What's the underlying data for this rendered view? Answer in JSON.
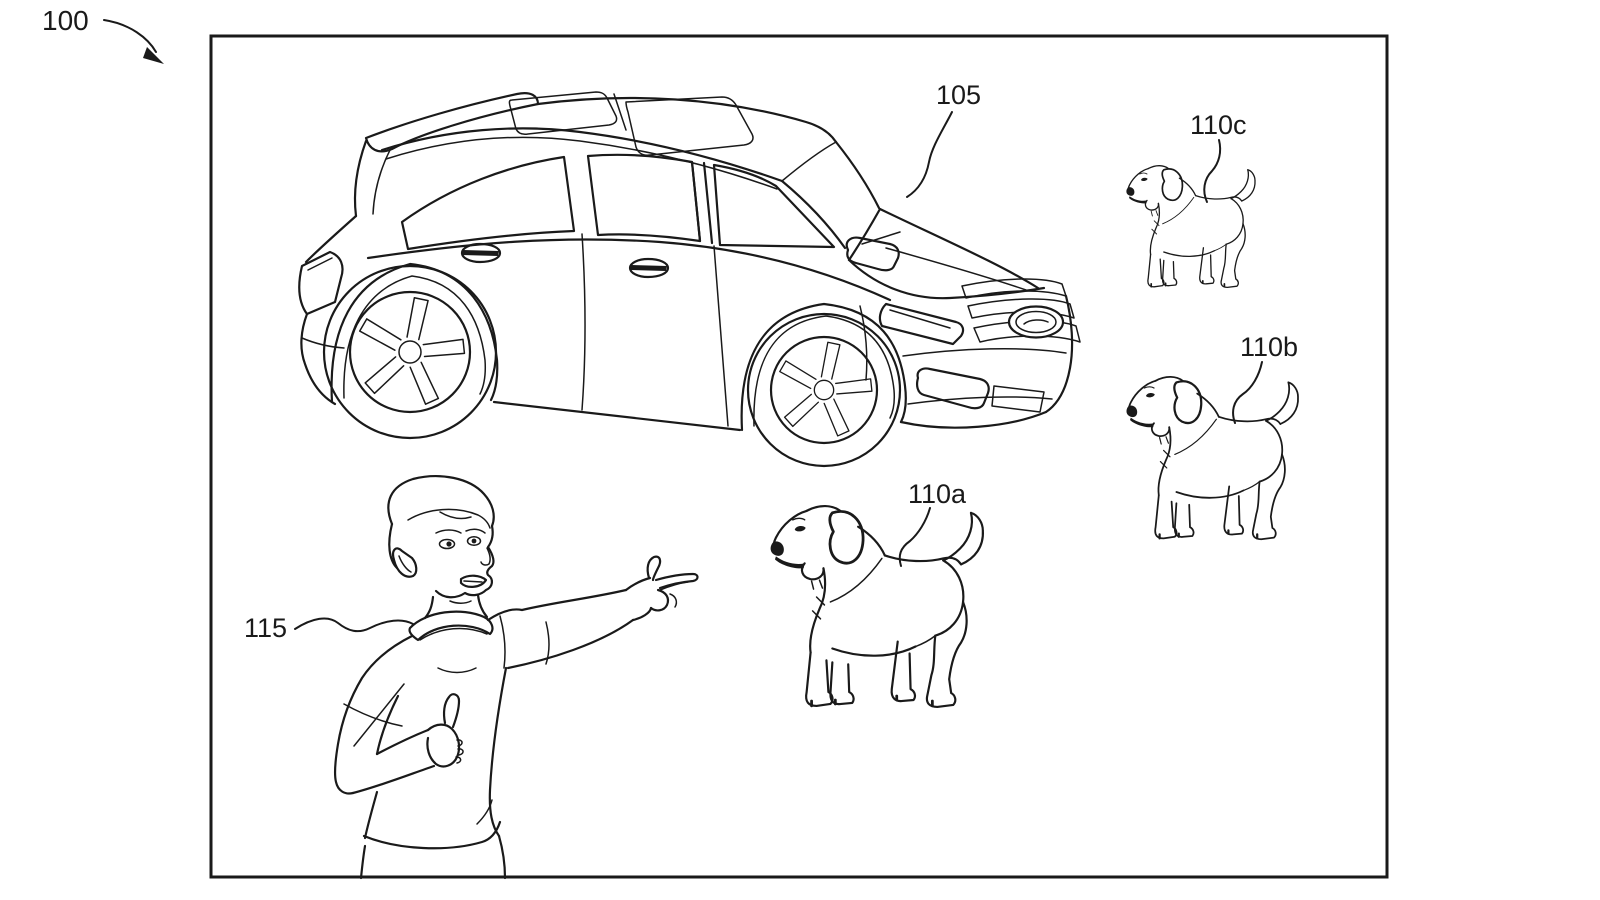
{
  "figure": {
    "page_background": "#ffffff",
    "ink_color": "#1a1a1a",
    "reference_label": "100",
    "callouts": {
      "vehicle": "105",
      "dog_a": "110a",
      "dog_b": "110b",
      "dog_c": "110c",
      "person": "115"
    }
  }
}
